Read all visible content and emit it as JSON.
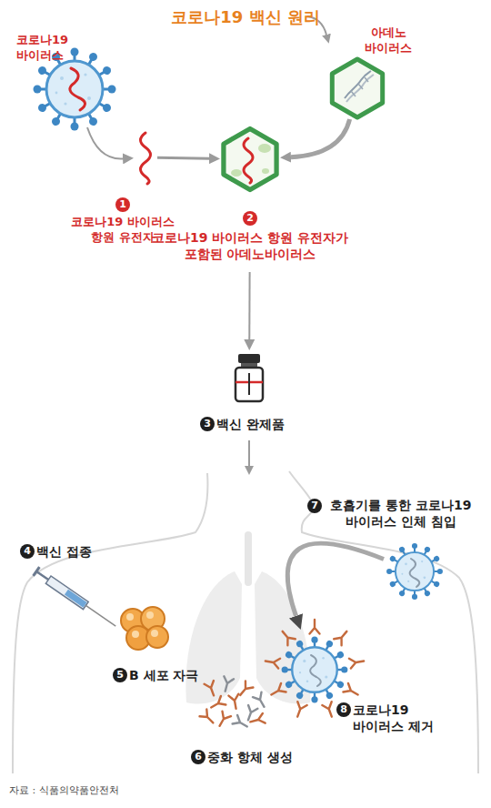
{
  "diagram": {
    "title": "코로나19 백신 원리",
    "caption": "자료 : 식품의약품안전처",
    "nodes": [
      {
        "text": [
          "코로나19 바이러스"
        ]
      },
      {
        "text": [
          "아데노 바이러스"
        ]
      },
      {
        "text": [
          "코로나19 바이러스 항원 유전자"
        ]
      },
      {
        "text": [
          "코로나19 바이러스 항원 유전자가 포함된 아데노바이러스"
        ]
      },
      {
        "text": [
          "백신 완제품"
        ]
      },
      {
        "text": [
          "백신 접종"
        ]
      },
      {
        "text": [
          "B 세포 자극"
        ]
      },
      {
        "text": [
          "중화 항체 생성"
        ]
      },
      {
        "text": [
          "호흡기를 통한 코로나19 바이러스 인체 침입"
        ]
      },
      {
        "text": [
          "코로나19 바이러스 제거"
        ]
      }
    ],
    "edges": [
      {
        "from": 0,
        "to": 2,
        "arrow": "to"
      },
      {
        "from": 2,
        "to": 3,
        "arrow": "to"
      },
      {
        "from": 1,
        "to": 3,
        "arrow": "to"
      },
      {
        "from": 3,
        "to": 4,
        "arrow": "to"
      },
      {
        "from": 8,
        "to": 9,
        "arrow": "to"
      }
    ],
    "labels": [
      "1",
      "2",
      "3",
      "4",
      "5",
      "6",
      "7",
      "8"
    ]
  }
}
